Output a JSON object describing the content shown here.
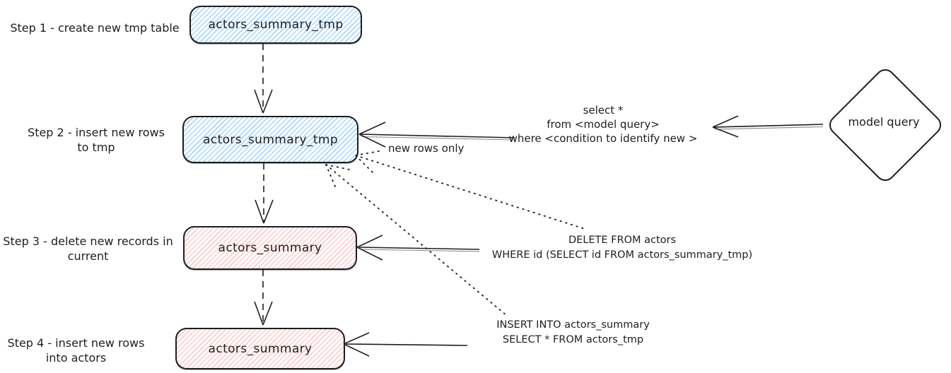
{
  "steps": [
    {
      "label": "Step 1 - create new tmp table",
      "node": "actors_summary_tmp"
    },
    {
      "label": "Step 2 - insert new rows\nto tmp",
      "node": "actors_summary_tmp"
    },
    {
      "label": "Step 3 - delete new records in\ncurrent",
      "node": "actors_summary"
    },
    {
      "label": "Step 4 - insert new rows\ninto actors",
      "node": "actors_summary"
    }
  ],
  "nodes": {
    "model_query": "model query"
  },
  "annotations": {
    "model_query_sql": "select *\nfrom <model query>\nwhere <condition to identify new >",
    "new_rows_only": "new rows only",
    "delete_sql": "DELETE FROM actors\nWHERE id (SELECT id FROM actors_summary_tmp)",
    "insert_sql": "INSERT INTO actors_summary\nSELECT * FROM actors_tmp"
  },
  "colors": {
    "blue_fill": "#a5d8ff",
    "red_fill": "#ffc9c9",
    "stroke": "#1e1e1e",
    "background": "#ffffff"
  }
}
